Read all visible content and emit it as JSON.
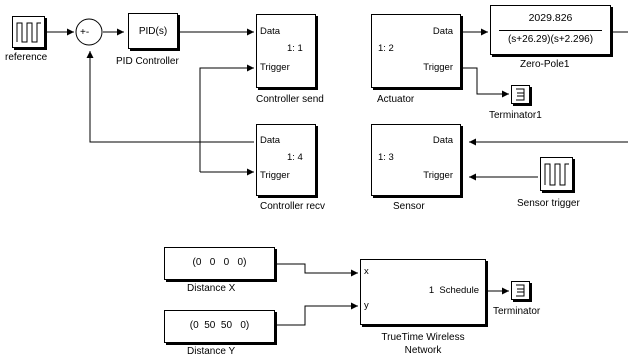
{
  "blocks": {
    "reference": {
      "label": "reference"
    },
    "pid": {
      "text": "PID(s)",
      "label": "PID Controller"
    },
    "sum": {
      "signs": "+-"
    },
    "controller_send": {
      "in1": "Data",
      "in2": "Trigger",
      "ratio": "1: 1",
      "label": "Controller send"
    },
    "actuator": {
      "in1": "Data",
      "in2": "Trigger",
      "ratio": "1: 2",
      "label": "Actuator"
    },
    "zero_pole": {
      "numerator": "2029.826",
      "denominator": "(s+26.29)(s+2.296)",
      "label": "Zero-Pole1"
    },
    "terminator1": {
      "label": "Terminator1"
    },
    "controller_recv": {
      "in1": "Data",
      "in2": "Trigger",
      "ratio": "1: 4",
      "label": "Controller recv"
    },
    "sensor": {
      "in1": "Data",
      "in2": "Trigger",
      "ratio": "1: 3",
      "label": "Sensor"
    },
    "sensor_trigger": {
      "label": "Sensor trigger"
    },
    "distance_x": {
      "value": "(0   0   0   0)",
      "label": "Distance X"
    },
    "distance_y": {
      "value": "(0  50  50   0)",
      "label": "Distance Y"
    },
    "network": {
      "port_x": "x",
      "port_y": "y",
      "out": "1  Schedule",
      "label_line1": "TrueTime Wireless",
      "label_line2": "Network"
    },
    "terminator": {
      "label": "Terminator"
    }
  }
}
